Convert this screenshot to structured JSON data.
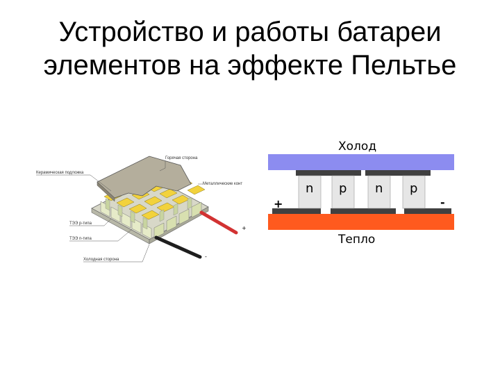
{
  "title": {
    "line1": "Устройство и работы батареи",
    "line2": "элементов на эффекте Пельтье"
  },
  "left_diagram": {
    "labels": {
      "hot_side": "Горячая сторона",
      "ceramic_substrate": "Керамическая подложка",
      "metal_contacts": "Металлические конт",
      "teg_n": "ТЭЭ р-типа",
      "teg_p": "ТЭЭ п-типа",
      "cold_side": "Холодная сторона",
      "plus_sign": "+",
      "minus_sign": "-"
    }
  },
  "right_diagram": {
    "top_label": "Холод",
    "bottom_label": "Тепло",
    "plus": "+",
    "minus": "-",
    "elements": [
      "n",
      "p",
      "n",
      "p"
    ],
    "colors": {
      "cold_plate": "#8c8cf0",
      "hot_plate": "#ff5a1e",
      "element": "#e6e6e6",
      "connector": "#404040"
    }
  }
}
